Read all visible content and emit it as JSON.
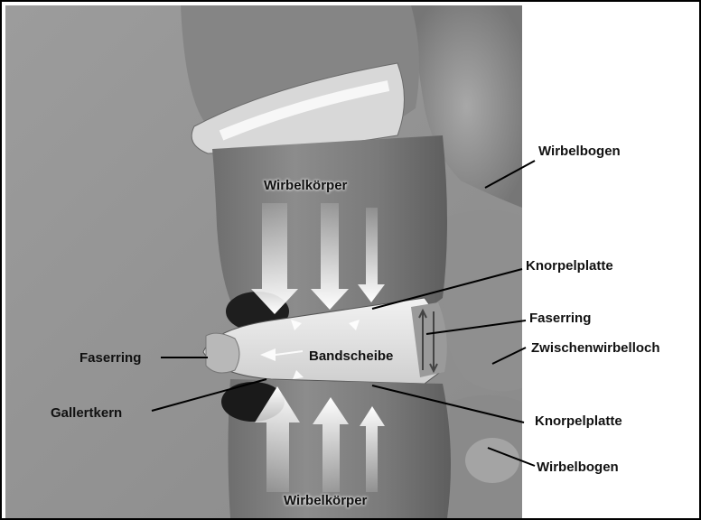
{
  "labels": {
    "wirbelbogen_top": "Wirbelbogen",
    "wirbelkoerper_top": "Wirbelkörper",
    "knorpelplatte_top": "Knorpelplatte",
    "faserring_right": "Faserring",
    "zwischenwirbelloch": "Zwischenwirbelloch",
    "faserring_left": "Faserring",
    "bandscheibe": "Bandscheibe",
    "gallertkern": "Gallertkern",
    "knorpelplatte_bottom": "Knorpelplatte",
    "wirbelbogen_bottom": "Wirbelbogen",
    "wirbelkoerper_bottom": "Wirbelkörper"
  }
}
